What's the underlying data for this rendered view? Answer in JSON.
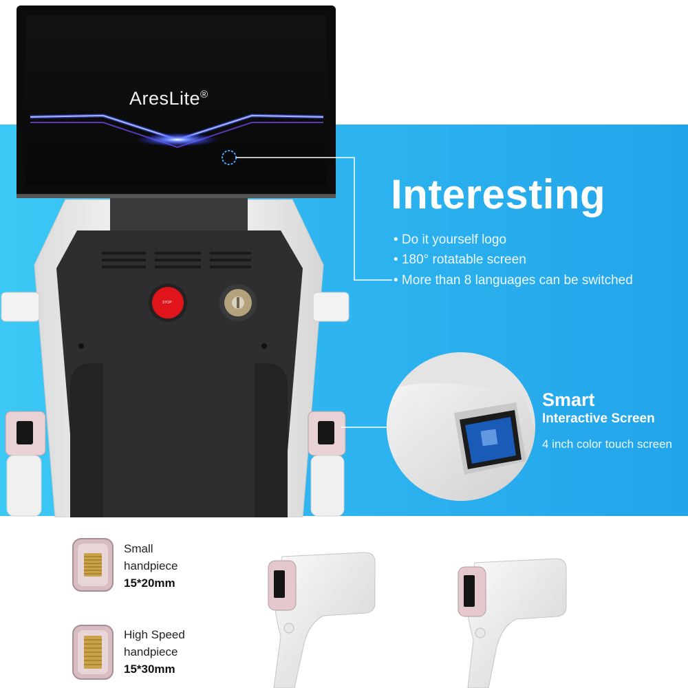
{
  "screen": {
    "brand": "AresLite",
    "registered": "®"
  },
  "machine": {
    "stop_label": "STOP"
  },
  "feature_block": {
    "title": "Interesting",
    "items": [
      "• Do it yourself logo",
      "• 180° rotatable screen",
      "• More than 8 languages can be switched"
    ]
  },
  "smart_block": {
    "title": "Smart",
    "subtitle": "Interactive Screen",
    "description": "4 inch color touch screen"
  },
  "handpieces": [
    {
      "name_line1": "Small",
      "name_line2": "handpiece",
      "size": "15*20mm"
    },
    {
      "name_line1": "High Speed",
      "name_line2": "handpiece",
      "size": "15*30mm"
    }
  ],
  "colors": {
    "banner": "#2fb6f0",
    "machine_body": "#2e2e30",
    "stop_button": "#e0141b",
    "screen_glow": "#4a6cff"
  }
}
